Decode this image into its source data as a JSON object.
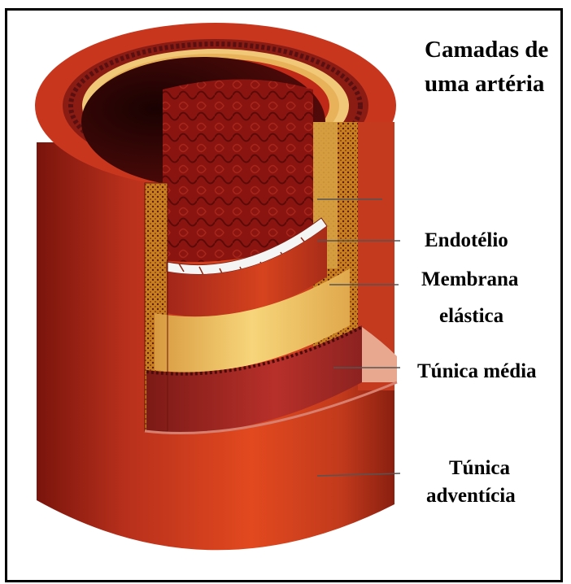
{
  "title": {
    "line1": "Camadas de",
    "line2": "uma artéria"
  },
  "labels": {
    "endotelio": "Endotélio",
    "membrana_line1": "Membrana",
    "membrana_line2": "elástica",
    "tunica_media": "Túnica média",
    "tunica_adventicia_line1": "Túnica",
    "tunica_adventicia_line2": "adventícia"
  },
  "colors": {
    "adventitia": "#c8321c",
    "media": "#b02a22",
    "elastic": "#f0c060",
    "lumen": "#3a0606",
    "endothelium": "#f2f2f2"
  }
}
